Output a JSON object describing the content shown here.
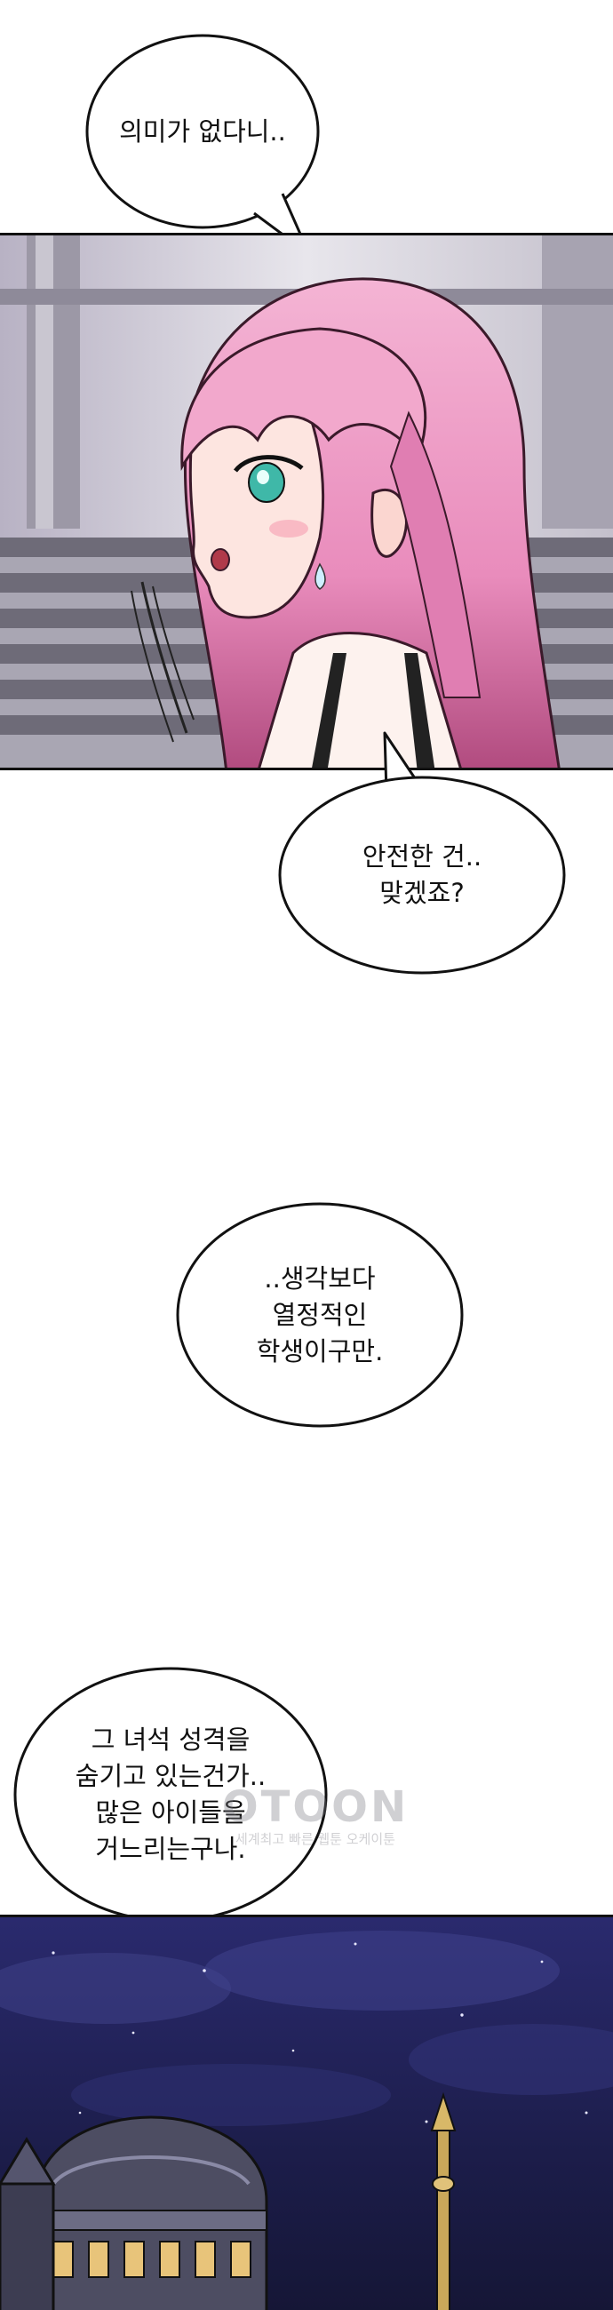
{
  "bubbles": [
    {
      "lines": [
        "의미가 없다니.."
      ]
    },
    {
      "lines": [
        "안전한 건..",
        "맞겠죠?"
      ]
    },
    {
      "lines": [
        "..생각보다",
        "열정적인",
        "학생이구만."
      ]
    },
    {
      "lines": [
        "그 녀석 성격을",
        "숨기고 있는건가..",
        "많은 아이들을",
        "거느리는구나."
      ]
    }
  ],
  "watermark": {
    "logo": "OTOON",
    "subtitle": "세계최고 빠른 웹툰 오케이툰"
  },
  "colors": {
    "hair": "#e98cbc",
    "eye": "#3fb8a8",
    "night_sky": "#1c1d4a",
    "ink": "#111111"
  }
}
